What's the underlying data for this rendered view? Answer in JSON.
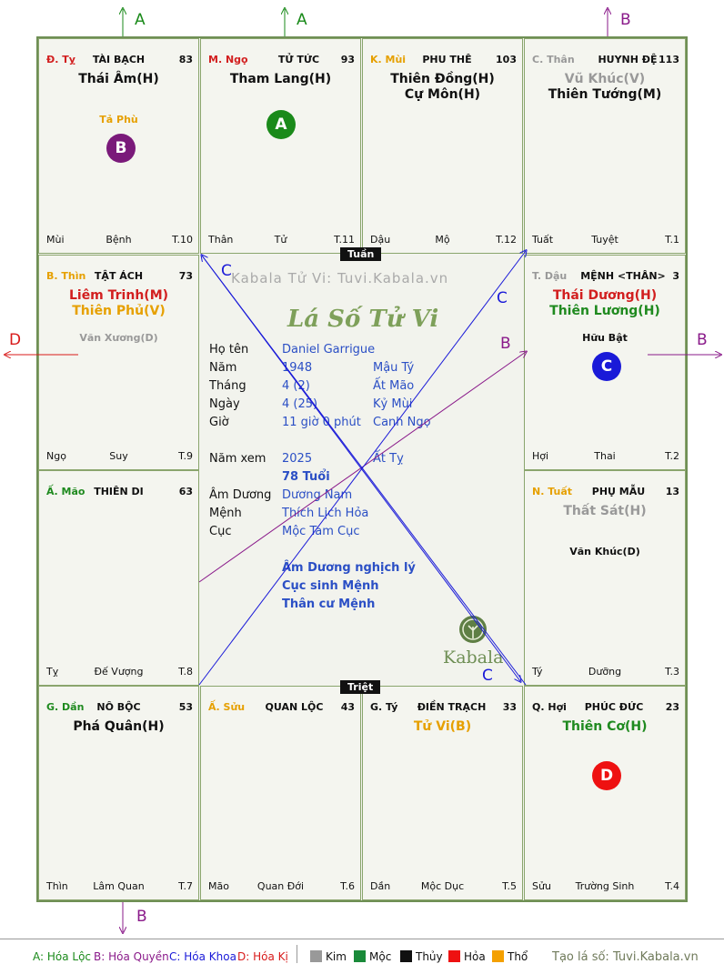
{
  "watermark": "Kabala Tử Vi: Tuvi.Kabala.vn",
  "title": "Lá Số Tử Vi",
  "tuan_label": "Tuần",
  "triet_label": "Triệt",
  "cells": [
    {
      "id": "ty-snake",
      "can": "Đ. Tỵ",
      "palace": "TÀI BẠCH",
      "num": "83",
      "stars": [
        "Thái Âm(H)"
      ],
      "minor": [
        "Tả Phù"
      ],
      "badge": "B",
      "bottom": [
        "Mùi",
        "Bệnh",
        "T.10"
      ]
    },
    {
      "id": "ngo-horse",
      "can": "M. Ngọ",
      "palace": "TỬ TỨC",
      "num": "93",
      "stars": [
        "Tham Lang(H)"
      ],
      "minor": [],
      "badge": "A",
      "bottom": [
        "Thân",
        "Tử",
        "T.11"
      ]
    },
    {
      "id": "mui-goat",
      "can": "K. Mùi",
      "palace": "PHU THÊ",
      "num": "103",
      "stars": [
        "Thiên Đồng(H)",
        "Cự Môn(H)"
      ],
      "minor": [],
      "badge": "",
      "bottom": [
        "Dậu",
        "Mộ",
        "T.12"
      ]
    },
    {
      "id": "than-monkey",
      "can": "C. Thân",
      "palace": "HUYNH ĐỆ",
      "num": "113",
      "stars": [
        "Vũ Khúc(V)",
        "Thiên Tướng(M)"
      ],
      "minor": [],
      "badge": "",
      "bottom": [
        "Tuất",
        "Tuyệt",
        "T.1"
      ]
    },
    {
      "id": "thin-dragon",
      "can": "B. Thìn",
      "palace": "TẬT ÁCH",
      "num": "73",
      "stars": [
        "Liêm Trinh(M)",
        "Thiên Phủ(V)"
      ],
      "minor": [
        "Văn Xương(D)"
      ],
      "badge": "",
      "bottom": [
        "Ngọ",
        "Suy",
        "T.9"
      ]
    },
    {
      "id": "dau-rooster",
      "can": "T. Dậu",
      "palace": "MỆNH <THÂN>",
      "num": "3",
      "stars": [
        "Thái Dương(H)",
        "Thiên Lương(H)"
      ],
      "minor": [
        "Hữu Bật"
      ],
      "badge": "C",
      "bottom": [
        "Hợi",
        "Thai",
        "T.2"
      ]
    },
    {
      "id": "mao-cat",
      "can": "Ấ. Mão",
      "palace": "THIÊN DI",
      "num": "63",
      "stars": [],
      "minor": [],
      "badge": "",
      "bottom": [
        "Tỵ",
        "Đế Vượng",
        "T.8"
      ]
    },
    {
      "id": "tuat-dog",
      "can": "N. Tuất",
      "palace": "PHỤ MẪU",
      "num": "13",
      "stars": [
        "Thất Sát(H)"
      ],
      "minor": [
        "Văn Khúc(D)"
      ],
      "badge": "",
      "bottom": [
        "Tý",
        "Dưỡng",
        "T.3"
      ]
    },
    {
      "id": "dan-tiger",
      "can": "G. Dần",
      "palace": "NÔ BỘC",
      "num": "53",
      "stars": [
        "Phá Quân(H)"
      ],
      "minor": [],
      "badge": "",
      "bottom": [
        "Thìn",
        "Lâm Quan",
        "T.7"
      ]
    },
    {
      "id": "suu-buffalo",
      "can": "Ấ. Sửu",
      "palace": "QUAN LỘC",
      "num": "43",
      "stars": [],
      "minor": [],
      "badge": "",
      "bottom": [
        "Mão",
        "Quan Đới",
        "T.6"
      ]
    },
    {
      "id": "ty-rat",
      "can": "G. Tý",
      "palace": "ĐIỀN TRẠCH",
      "num": "33",
      "stars": [
        "Tử Vi(B)"
      ],
      "minor": [],
      "badge": "",
      "bottom": [
        "Dần",
        "Mộc Dục",
        "T.5"
      ]
    },
    {
      "id": "hoi-pig",
      "can": "Q. Hợi",
      "palace": "PHÚC ĐỨC",
      "num": "23",
      "stars": [
        "Thiên Cơ(H)"
      ],
      "minor": [],
      "badge": "D",
      "bottom": [
        "Sửu",
        "Trường Sinh",
        "T.4"
      ]
    }
  ],
  "info": {
    "ho_ten_label": "Họ tên",
    "ho_ten": "Daniel Garrigue",
    "nam_label": "Năm",
    "nam": "1948",
    "nam_can": "Mậu Tý",
    "thang_label": "Tháng",
    "thang": "4  (2)",
    "thang_can": "Ất Mão",
    "ngay_label": "Ngày",
    "ngay": "4  (25)",
    "ngay_can": "Kỷ Mùi",
    "gio_label": "Giờ",
    "gio": "11 giờ 0 phút",
    "gio_can": "Canh Ngọ",
    "nam_xem_label": "Năm xem",
    "nam_xem": "2025",
    "nam_xem_can": "Ất Tỵ",
    "tuoi": "78 Tuổi",
    "am_duong_label": "Âm Dương",
    "am_duong": "Dương Nam",
    "menh_label": "Mệnh",
    "menh": "Thích Lịch Hỏa",
    "cuc_label": "Cục",
    "cuc": "Mộc Tam Cục",
    "note1": "Âm Dương nghịch lý",
    "note2": "Cục sinh Mệnh",
    "note3": "Thân cư Mệnh"
  },
  "logo_text": "Kabala",
  "arrow_labels": {
    "a1": "A",
    "a2": "A",
    "b1": "B",
    "b2": "B",
    "b3": "B",
    "c1": "C",
    "c2": "C",
    "c3": "C",
    "d1": "D",
    "b4": "B"
  },
  "legend": {
    "a": "A: Hóa Lộc",
    "b": "B: Hóa Quyền",
    "c": "C: Hóa Khoa",
    "d": "D: Hóa Kị",
    "kim": "Kim",
    "moc": "Mộc",
    "thuy": "Thủy",
    "hoa": "Hỏa",
    "tho": "Thổ",
    "site": "Tạo lá số: Tuvi.Kabala.vn"
  },
  "colors": {
    "a": "#1a8a1a",
    "b": "#8a1a8a",
    "c": "#1a1ad8",
    "d": "#d81a1a",
    "kim": "#999999",
    "moc": "#1a8a3a",
    "thuy": "#111111",
    "hoa": "#ee1111",
    "tho": "#f4a000"
  }
}
